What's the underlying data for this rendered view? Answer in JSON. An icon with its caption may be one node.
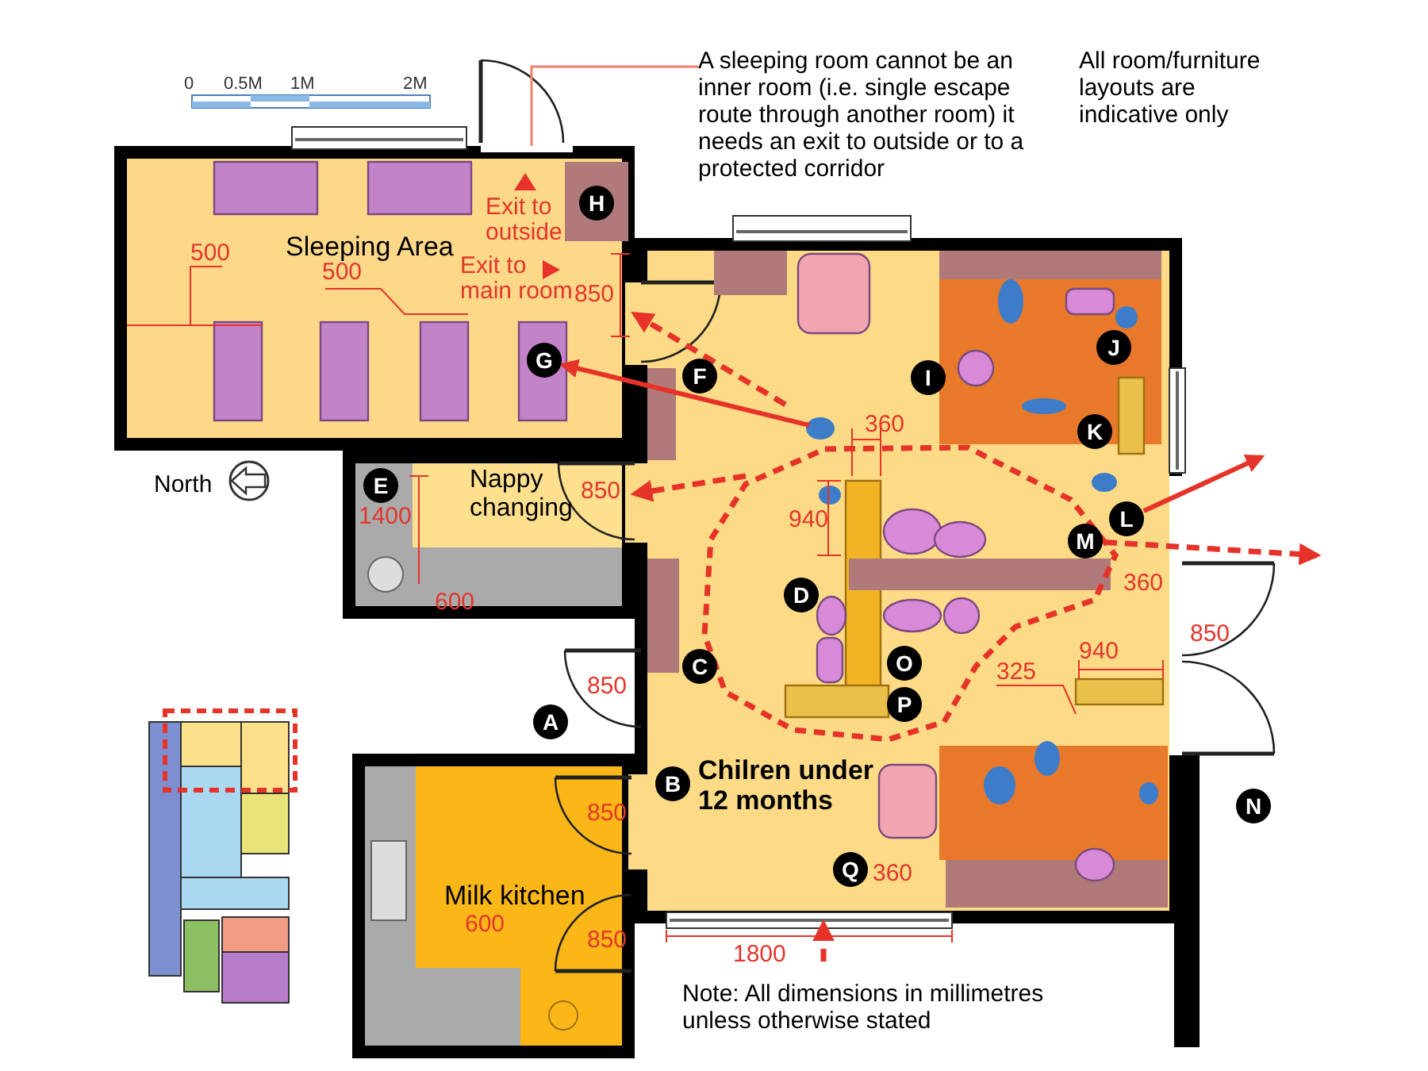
{
  "diagram": {
    "nodes": [
      {
        "text": [
          "Sleeping Area"
        ]
      },
      {
        "text": [
          "Nappy changing"
        ]
      },
      {
        "text": [
          "Chilren under 12 months"
        ]
      },
      {
        "text": [
          "Milk kitchen"
        ]
      },
      {
        "text": [
          "A sleeping room cannot be an inner room (i.e. single escape route through another room) it needs an exit to outside or to a protected corridor"
        ]
      },
      {
        "text": [
          "A"
        ]
      },
      {
        "text": [
          "B"
        ],
        "in": 2
      },
      {
        "text": [
          "C"
        ],
        "in": 2
      },
      {
        "text": [
          "D"
        ],
        "in": 2
      },
      {
        "text": [
          "E"
        ],
        "in": 1
      },
      {
        "text": [
          "F"
        ],
        "in": 2
      },
      {
        "text": [
          "G"
        ],
        "in": 0
      },
      {
        "text": [
          "H"
        ],
        "in": 0
      },
      {
        "text": [
          "I"
        ],
        "in": 2
      },
      {
        "text": [
          "J"
        ],
        "in": 2
      },
      {
        "text": [
          "K"
        ],
        "in": 2
      },
      {
        "text": [
          "L"
        ],
        "in": 2
      },
      {
        "text": [
          "M"
        ],
        "in": 2
      },
      {
        "text": [
          "N"
        ]
      },
      {
        "text": [
          "O"
        ],
        "in": 2
      },
      {
        "text": [
          "P"
        ],
        "in": 2
      },
      {
        "text": [
          "Q"
        ],
        "in": 2
      }
    ],
    "edges": [
      {
        "from": null,
        "to": 11,
        "arrow": "to"
      },
      {
        "from": null,
        "to": 0,
        "arrow": "to",
        "style": "dashed"
      },
      {
        "from": null,
        "to": 1,
        "arrow": "to",
        "style": "dashed"
      },
      {
        "from": 16,
        "to": null,
        "arrow": "to"
      },
      {
        "from": 17,
        "to": null,
        "arrow": "to",
        "style": "dashed"
      },
      {
        "from": null,
        "to": 2,
        "arrow": "to",
        "style": "dashed"
      },
      {
        "from": 4,
        "to": 0,
        "arrow": "none",
        "color": "#f08070"
      }
    ],
    "labels": [
      "0",
      "0.5M",
      "1M",
      "2M",
      "All room/furniture layouts are indicative only",
      "Exit to outside",
      "500",
      "500",
      "Exit to main room",
      "850",
      "North",
      "1400",
      "850",
      "360",
      "940",
      "600",
      "360",
      "850",
      "940",
      "325",
      "850",
      "850",
      "600",
      "850",
      "360",
      "1800",
      "Note: All dimensions in millimetres unless otherwise stated"
    ]
  }
}
